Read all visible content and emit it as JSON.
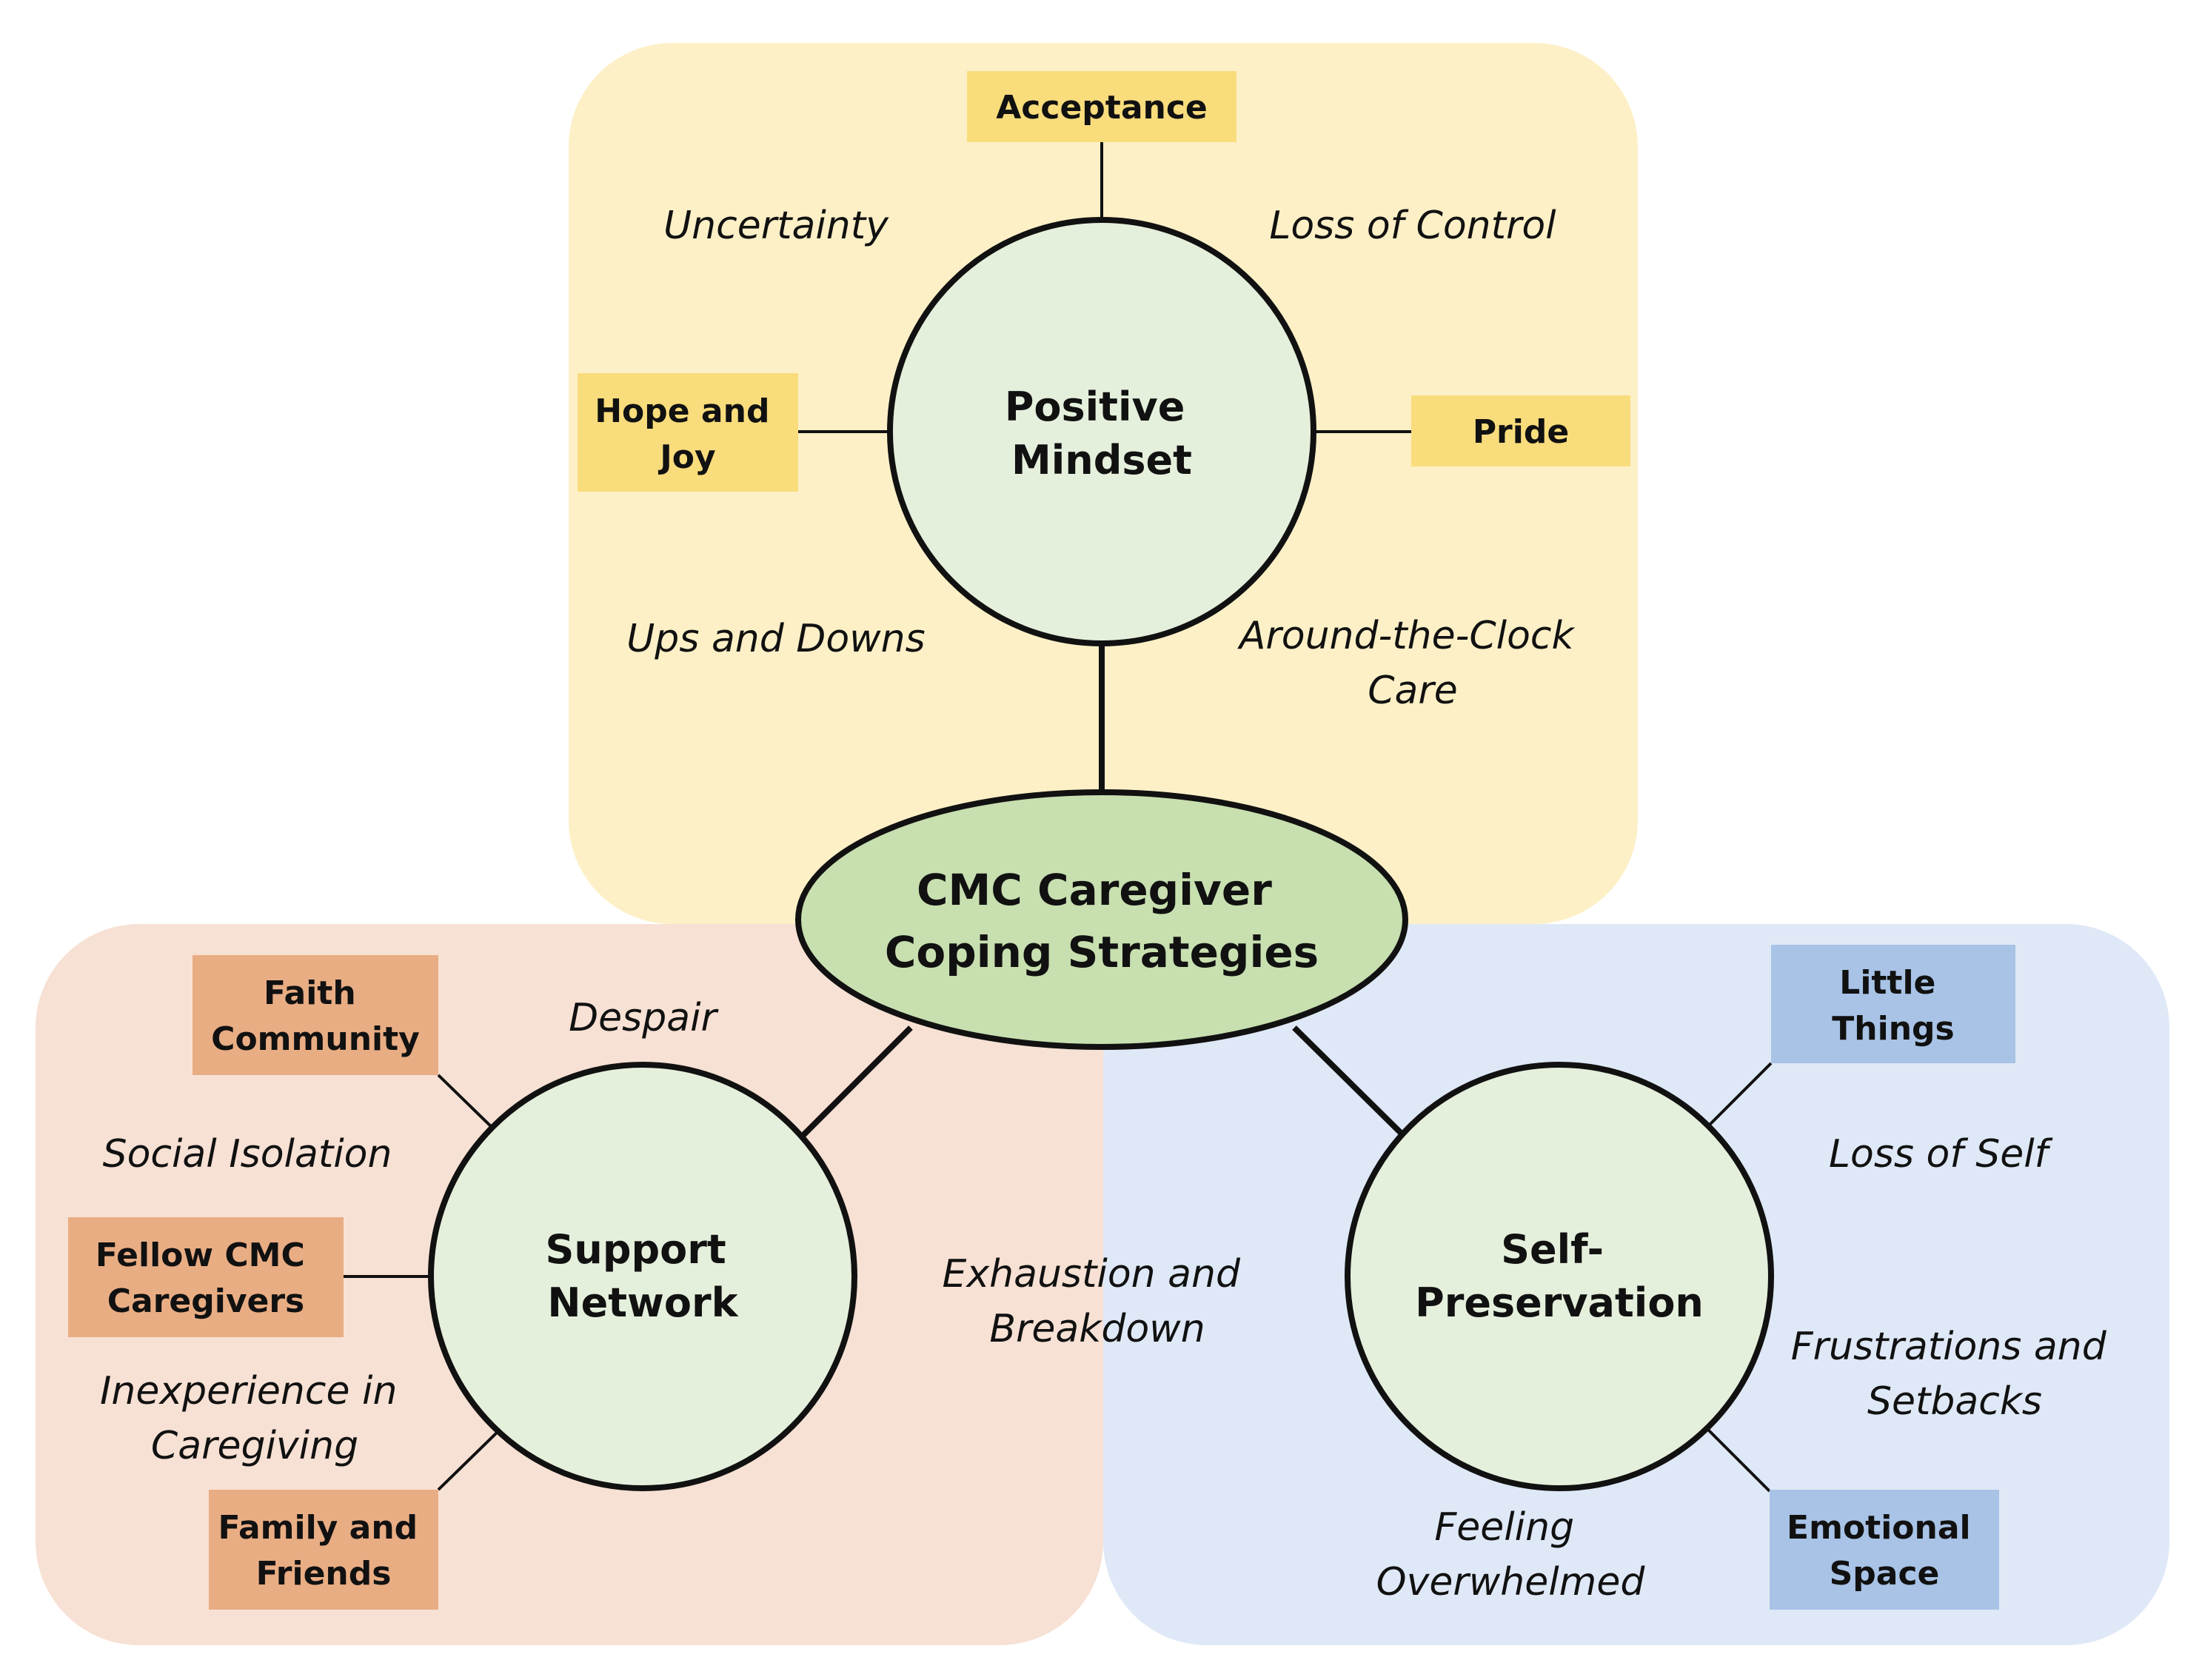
{
  "regions": {
    "top": {
      "color": "#fdf0c7"
    },
    "left": {
      "color": "#f7e1d4"
    },
    "right": {
      "color": "#dfe8f6"
    }
  },
  "colors": {
    "circle_fill": "#e5f0dc",
    "center_fill": "#c8dfb0",
    "box_yellow": "#f9dc7c",
    "box_orange": "#e9ad84",
    "box_blue": "#a8c3e6",
    "stroke": "#111111"
  },
  "center": {
    "line1": "CMC Caregiver",
    "line2": "Coping Strategies"
  },
  "positive_mindset": {
    "line1": "Positive",
    "line2": "Mindset"
  },
  "support_network": {
    "line1": "Support",
    "line2": "Network"
  },
  "self_preservation": {
    "line1": "Self-",
    "line2": "Preservation"
  },
  "boxes": {
    "acceptance": {
      "line1": "Acceptance"
    },
    "hope_joy": {
      "line1": "Hope and",
      "line2": "Joy"
    },
    "pride": {
      "line1": "Pride"
    },
    "faith_community": {
      "line1": "Faith",
      "line2": "Community"
    },
    "fellow_cmc": {
      "line1": "Fellow CMC",
      "line2": "Caregivers"
    },
    "family_friends": {
      "line1": "Family and",
      "line2": "Friends"
    },
    "little_things": {
      "line1": "Little",
      "line2": "Things"
    },
    "emotional_space": {
      "line1": "Emotional",
      "line2": "Space"
    }
  },
  "stressors": {
    "uncertainty": {
      "line1": "Uncertainty"
    },
    "loss_of_control": {
      "line1": "Loss of Control"
    },
    "ups_and_downs": {
      "line1": "Ups and Downs"
    },
    "around_the_clock": {
      "line1": "Around-the-Clock",
      "line2": "Care"
    },
    "despair": {
      "line1": "Despair"
    },
    "social_isolation": {
      "line1": "Social Isolation"
    },
    "inexperience": {
      "line1": "Inexperience in",
      "line2": "Caregiving"
    },
    "exhaustion": {
      "line1": "Exhaustion and",
      "line2": "Breakdown"
    },
    "loss_of_self": {
      "line1": "Loss of Self"
    },
    "frustrations": {
      "line1": "Frustrations and",
      "line2": "Setbacks"
    },
    "feeling_overwhelmed": {
      "line1": "Feeling",
      "line2": "Overwhelmed"
    }
  }
}
